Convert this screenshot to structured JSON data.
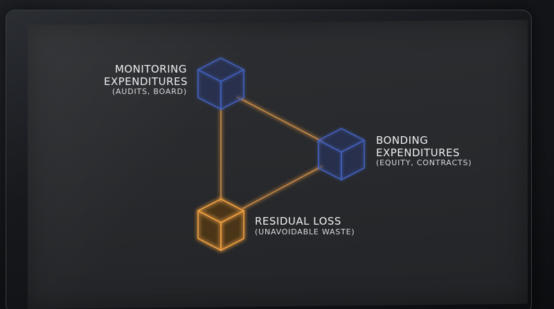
{
  "nodes": {
    "monitoring": {
      "title_line1": "MONITORING",
      "title_line2": "EXPENDITURES",
      "subtitle": "(AUDITS, BOARD)",
      "color": "#3b5bb8"
    },
    "bonding": {
      "title_line1": "BONDING",
      "title_line2": "EXPENDITURES",
      "subtitle": "(EQUITY, CONTRACTS)",
      "color": "#3b5bb8"
    },
    "residual": {
      "title_line1": "RESIDUAL LOSS",
      "subtitle": "(UNAVOIDABLE WASTE)",
      "color": "#e8953a"
    }
  },
  "colors": {
    "connector": "#e0a050",
    "background": "#282a2d"
  },
  "icons": [
    "cube-icon"
  ]
}
